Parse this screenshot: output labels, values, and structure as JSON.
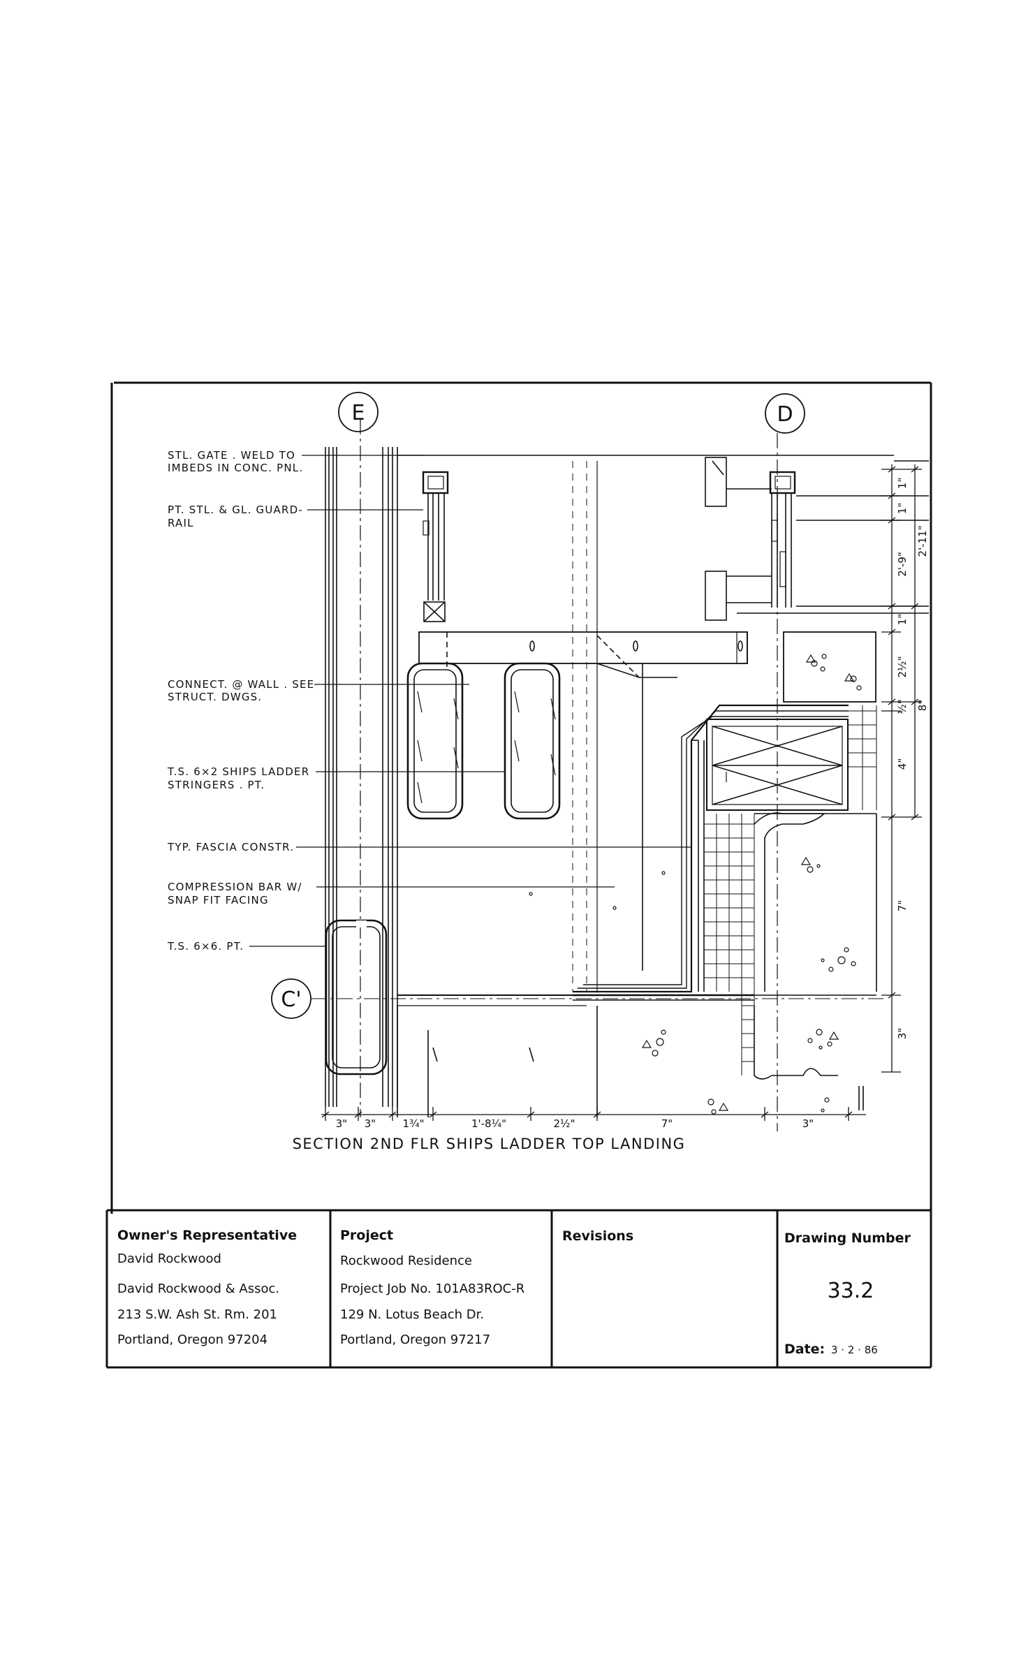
{
  "drawing": {
    "grid_labels": {
      "top_left": "E",
      "top_right": "D",
      "left": "C'"
    },
    "notes": [
      {
        "line1": "STL. GATE . WELD TO",
        "line2": "IMBEDS  IN CONC. PNL."
      },
      {
        "line1": "PT. STL. & GL. GUARD-",
        "line2": "RAIL"
      },
      {
        "line1": "CONNECT. @ WALL . SEE",
        "line2": "STRUCT. DWGS."
      },
      {
        "line1": "T.S. 6×2 SHIPS LADDER",
        "line2": "STRINGERS . PT."
      },
      {
        "line1": "TYP. FASCIA CONSTR.",
        "line2": ""
      },
      {
        "line1": "COMPRESSION  BAR W/",
        "line2": "SNAP FIT FACING"
      },
      {
        "line1": "T.S. 6×6. PT.",
        "line2": ""
      }
    ],
    "bottom_dims": [
      "3\"",
      "3\"",
      "1¾\"",
      "1'-8¼\"",
      "2½\"",
      "7\"",
      "3\""
    ],
    "right_dims": [
      "1\"",
      "1\"",
      "2'-9\"",
      "2'-11\"",
      "1\"",
      "2½\"",
      "½\"",
      "8\"",
      "4\"",
      "7\"",
      "3\""
    ],
    "caption": "SECTION  2ND FLR SHIPS LADDER TOP LANDING"
  },
  "title_block": {
    "owner": {
      "heading": "Owner's Representative",
      "lines": [
        "David Rockwood",
        "David Rockwood & Assoc.",
        "213 S.W. Ash St. Rm. 201",
        "Portland, Oregon 97204"
      ]
    },
    "project": {
      "heading": "Project",
      "lines": [
        "Rockwood Residence",
        "Project Job No. 101A83ROC-R",
        "129 N. Lotus Beach Dr.",
        "Portland, Oregon 97217"
      ]
    },
    "revisions": {
      "heading": "Revisions"
    },
    "drawing_number": {
      "heading": "Drawing Number",
      "number": "33.2",
      "date_label": "Date:",
      "date_value": "3 · 2 · 86"
    }
  }
}
